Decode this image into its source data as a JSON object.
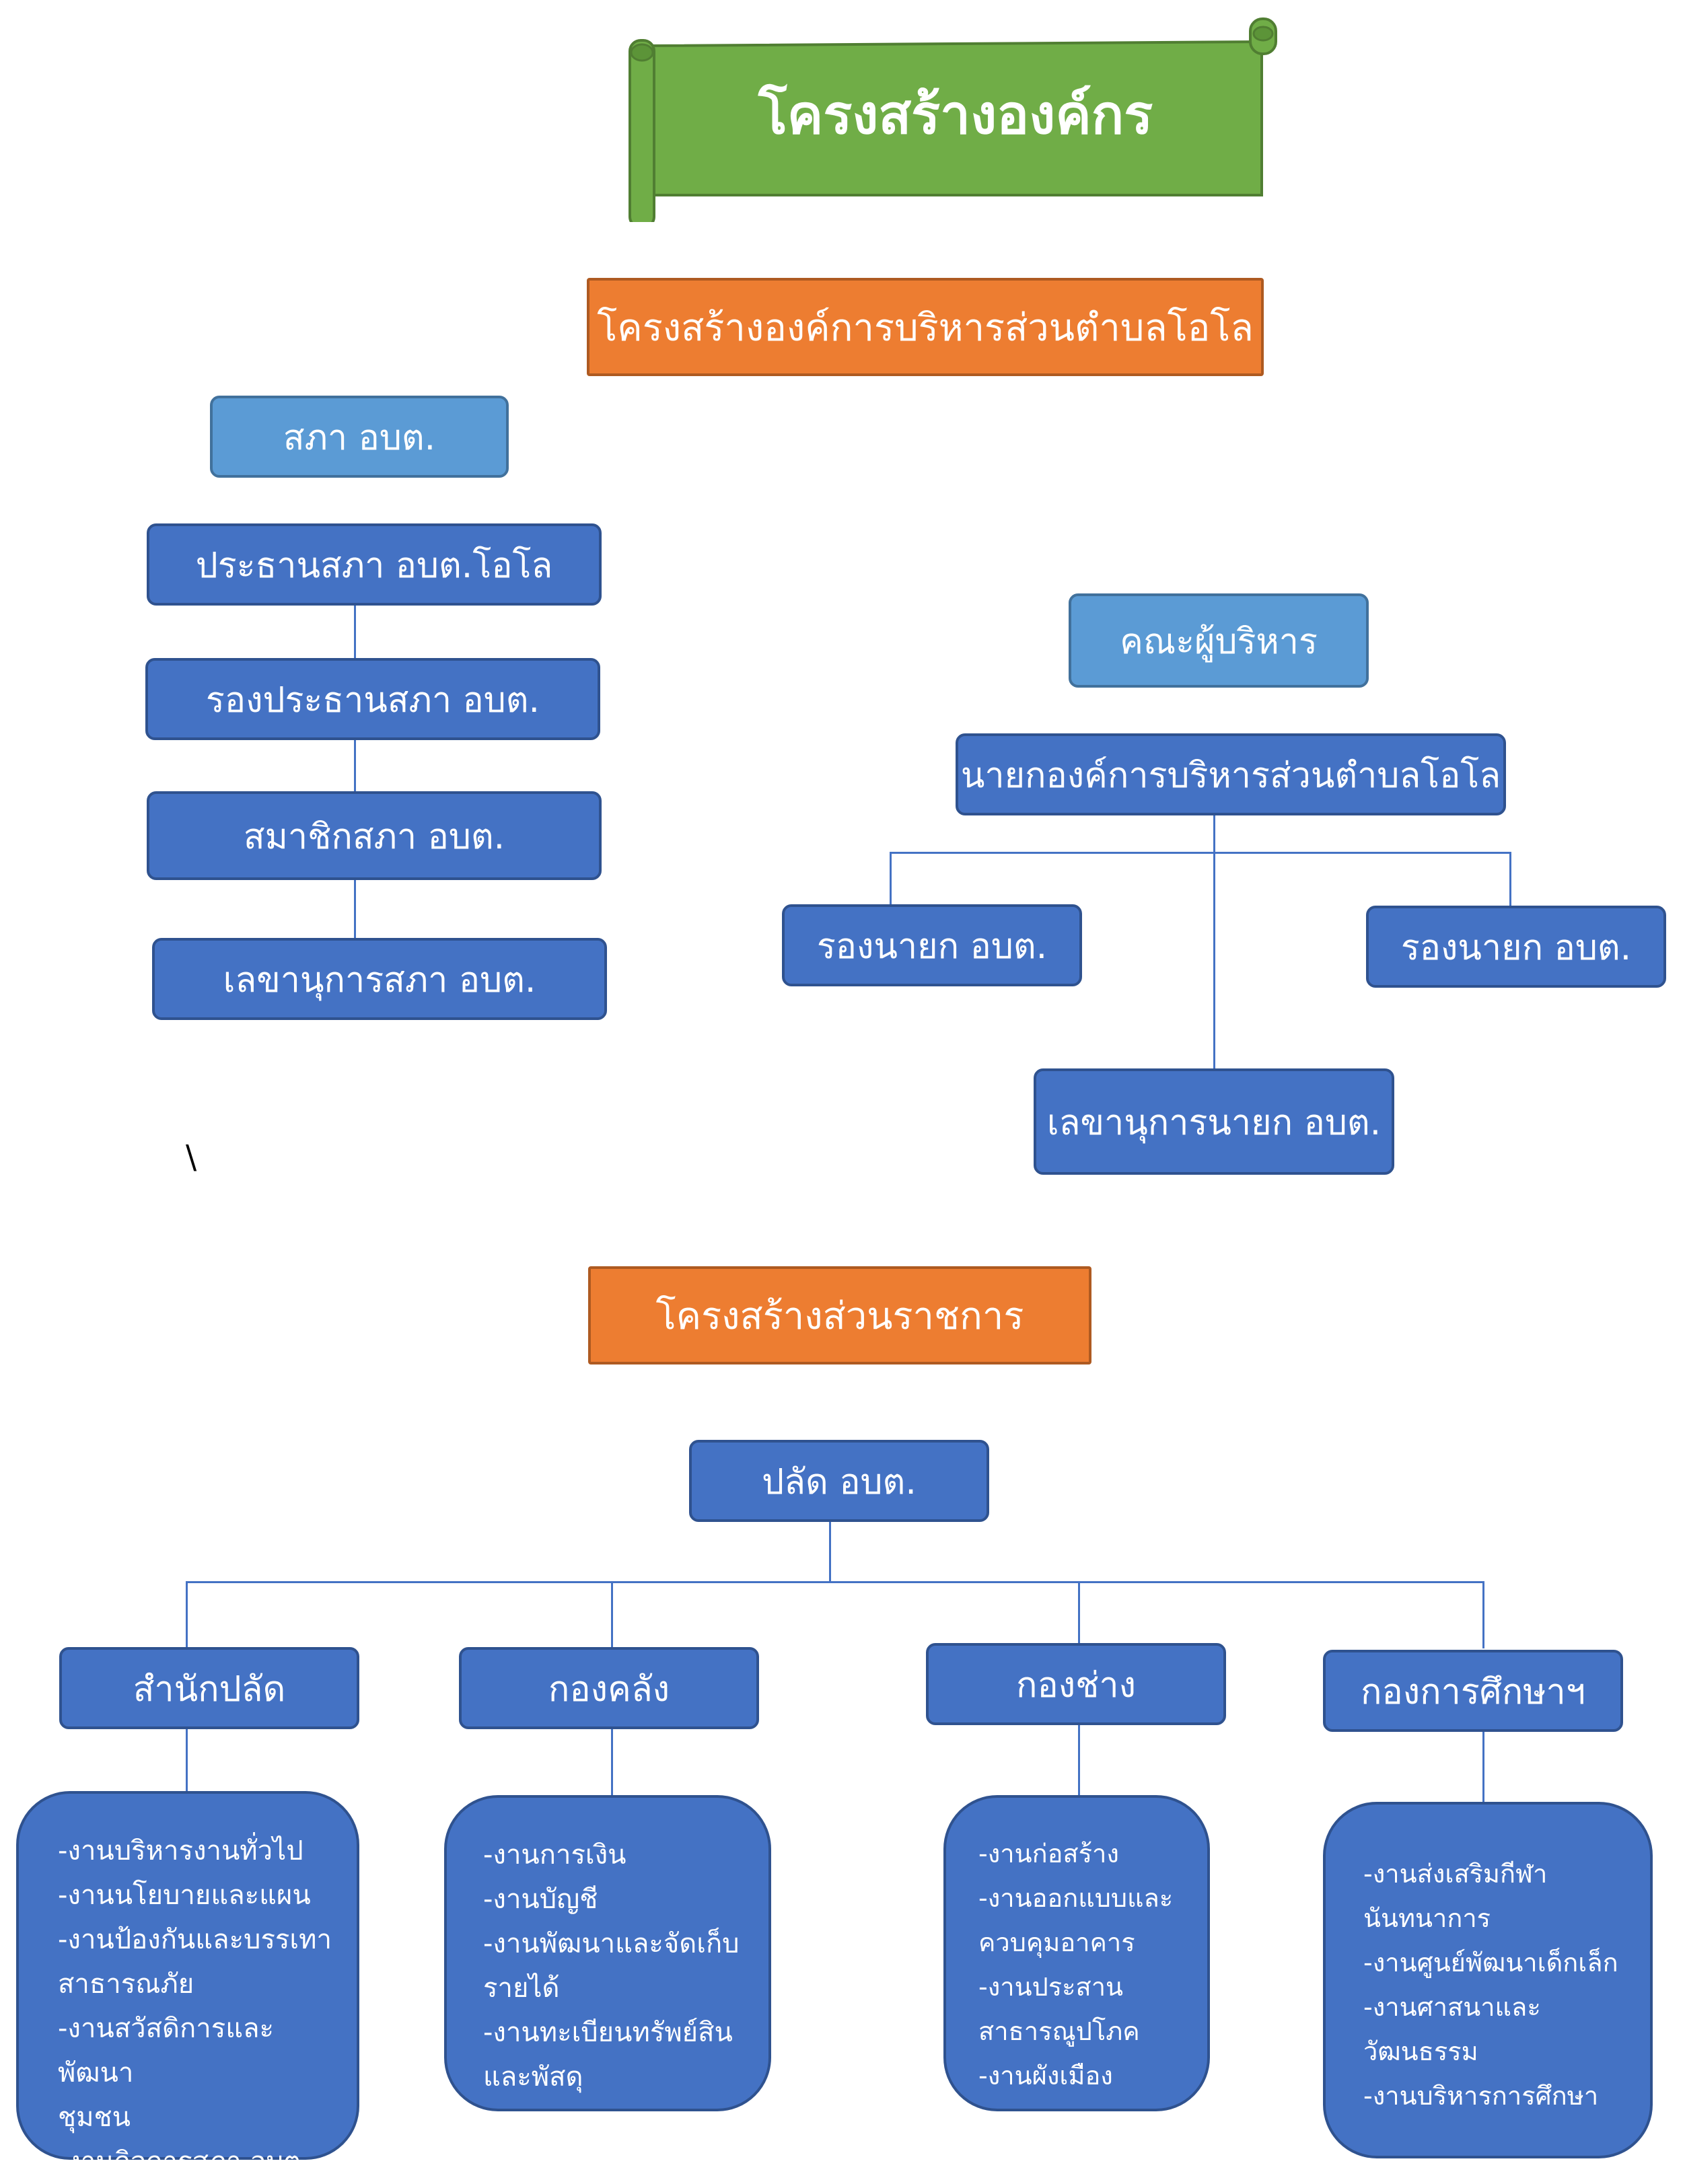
{
  "banner": {
    "title": "โครงสร้างองค์กร",
    "color": "#70ad47"
  },
  "executive_section": {
    "heading": "โครงสร้างองค์การบริหารส่วนตำบลโอโล",
    "council": {
      "group_label": "สภา อบต.",
      "positions": [
        "ประธานสภา อบต.โอโล",
        "รองประธานสภา อบต.",
        "สมาชิกสภา อบต.",
        "เลขานุการสภา อบต."
      ]
    },
    "executives": {
      "group_label": "คณะผู้บริหาร",
      "mayor": "นายกองค์การบริหารส่วนตำบลโอโล",
      "deputies": [
        "รองนายก อบต.",
        "รองนายก อบต."
      ],
      "secretary": "เลขานุการนายก อบต."
    }
  },
  "stray_mark": "\\",
  "civil_section": {
    "heading": "โครงสร้างส่วนราชการ",
    "chief": "ปลัด อบต.",
    "departments": [
      {
        "name": "สำนักปลัด",
        "tasks": [
          "-งานบริหารงานทั่วไป",
          "-งานนโยบายและแผน",
          "-งานป้องกันและบรรเทา",
          "สาธารณภัย",
          "-งานสวัสดิการและพัฒนา",
          "ชุมชน",
          "-งานกิจการสภา อบต."
        ]
      },
      {
        "name": "กองคลัง",
        "tasks": [
          "-งานการเงิน",
          "-งานบัญชี",
          "-งานพัฒนาและจัดเก็บ",
          "รายได้",
          "-งานทะเบียนทรัพย์สิน",
          "และพัสดุ"
        ]
      },
      {
        "name": "กองช่าง",
        "tasks": [
          "-งานก่อสร้าง",
          "-งานออกแบบและ",
          "ควบคุมอาคาร",
          "-งานประสาน",
          "สาธารณูปโภค",
          "-งานผังเมือง"
        ]
      },
      {
        "name": "กองการศึกษาฯ",
        "tasks": [
          "-งานส่งเสริมกีฬา",
          "นันทนาการ",
          "-งานศูนย์พัฒนาเด็กเล็ก",
          "-งานศาสนาและ",
          "วัฒนธรรม",
          "-งานบริหารการศึกษา"
        ]
      }
    ]
  },
  "colors": {
    "box_fill": "#4472c4",
    "group_label_fill": "#5b9bd5",
    "heading_fill": "#ed7d31",
    "banner_fill": "#70ad47"
  }
}
